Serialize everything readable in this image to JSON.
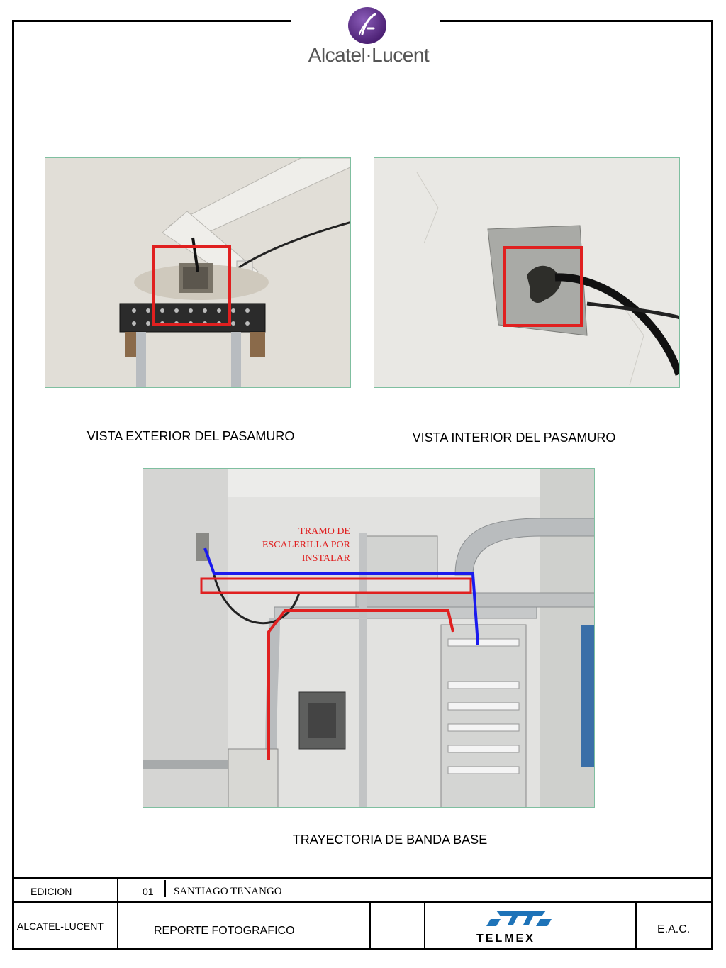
{
  "brand": {
    "name": "Alcatel·Lucent",
    "logo_icon": "alcatel-lucent-globe-icon",
    "accent": "#5b2c83"
  },
  "photos": {
    "exterior": {
      "caption": "VISTA EXTERIOR DEL PASAMURO"
    },
    "interior": {
      "caption": "VISTA INTERIOR DEL PASAMURO"
    },
    "baseband": {
      "caption": "TRAYECTORIA DE BANDA BASE",
      "annotation_lines": [
        "TRAMO DE",
        "ESCALERILLA POR",
        "INSTALAR"
      ]
    }
  },
  "colors": {
    "highlight_red": "#e02020",
    "route_blue": "#1a1aee",
    "photo_border": "#7fbfa0"
  },
  "footer": {
    "edicion_label": "EDICION",
    "edicion_value": "01",
    "site": "SANTIAGO TENANGO",
    "company": "ALCATEL-LUCENT",
    "report_title": "REPORTE FOTOGRAFICO",
    "client_logo": "TELMEX",
    "client_logo_icon": "telmex-logo-icon",
    "code": "E.A.C."
  }
}
